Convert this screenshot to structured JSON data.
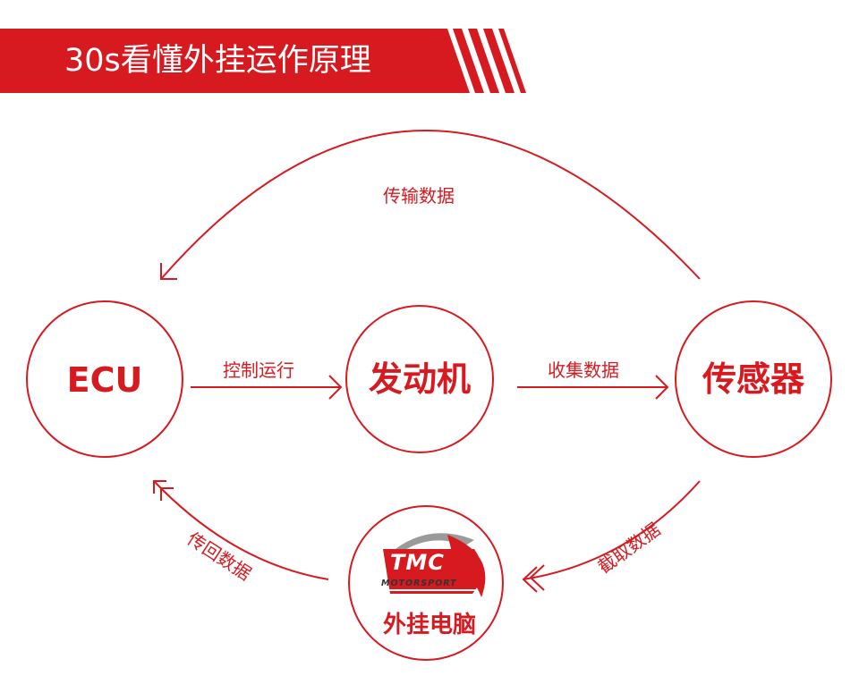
{
  "banner": {
    "title": "30s看懂外挂运作原理"
  },
  "nodes": {
    "ecu": "ECU",
    "engine": "发动机",
    "sensor": "传感器",
    "cheat_pc": "外挂电脑"
  },
  "edges": {
    "control": "控制运行",
    "collect": "收集数据",
    "transmit": "传输数据",
    "intercept": "截取数据",
    "return": "传回数据"
  },
  "logo": {
    "brand": "TMC",
    "sub": "MOTORSPORT"
  },
  "colors": {
    "accent": "#d71920",
    "white": "#ffffff",
    "dark": "#333333"
  }
}
